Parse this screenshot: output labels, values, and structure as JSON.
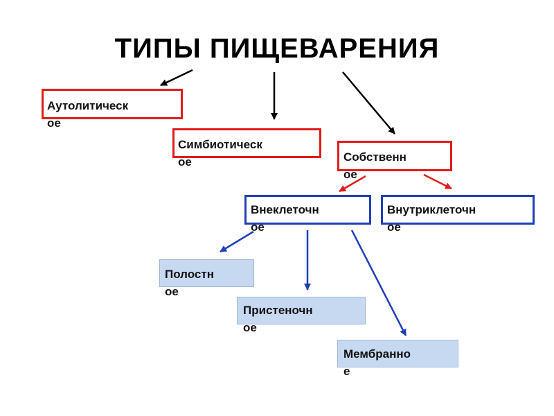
{
  "title": "ТИПЫ ПИЩЕВАРЕНИЯ",
  "nodes": {
    "autolytic": {
      "line1": "Аутолитическ",
      "line2": "ое"
    },
    "symbiotic": {
      "line1": "Симбиотическ",
      "line2": "ое"
    },
    "own": {
      "line1": "Собственн",
      "line2": "ое"
    },
    "extracellular": {
      "line1": "Внеклеточн",
      "line2": "ое"
    },
    "intracellular": {
      "line1": "Внутриклеточн",
      "line2": "ое"
    },
    "cavity": {
      "line1": "Полостн",
      "line2": "ое"
    },
    "parietal": {
      "line1": "Пристеночн",
      "line2": "ое"
    },
    "membrane": {
      "line1": "Мембранно",
      "line2": "е"
    }
  },
  "colors": {
    "red_border": "#e01b1b",
    "blue_border": "#1f3fb5",
    "light_fill": "#c6d9f1",
    "black_arrow": "#000000",
    "red_arrow": "#e01b1b",
    "blue_arrow": "#1f3fb5"
  }
}
